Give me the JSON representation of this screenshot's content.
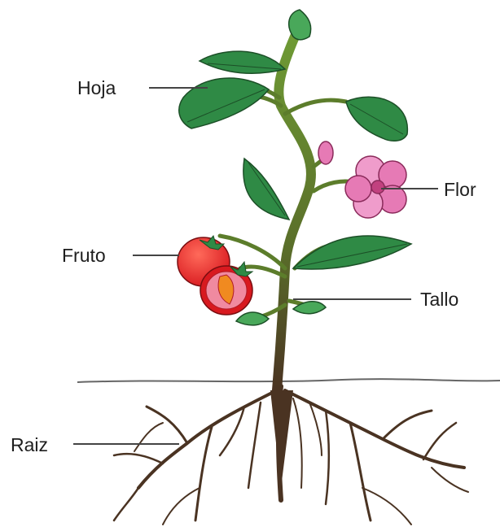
{
  "labels": {
    "hoja": "Hoja",
    "flor": "Flor",
    "fruto": "Fruto",
    "tallo": "Tallo",
    "raiz": "Raiz"
  },
  "colors": {
    "leaf": "#2f8a45",
    "leaf_light": "#49a85a",
    "stem": "#5c7d2b",
    "stem_dark": "#4a5a1c",
    "root": "#4a3322",
    "flower": "#e67ab5",
    "tomato": "#e0252a",
    "tomato_inner": "#f08aa0",
    "pointer": "#444444"
  }
}
